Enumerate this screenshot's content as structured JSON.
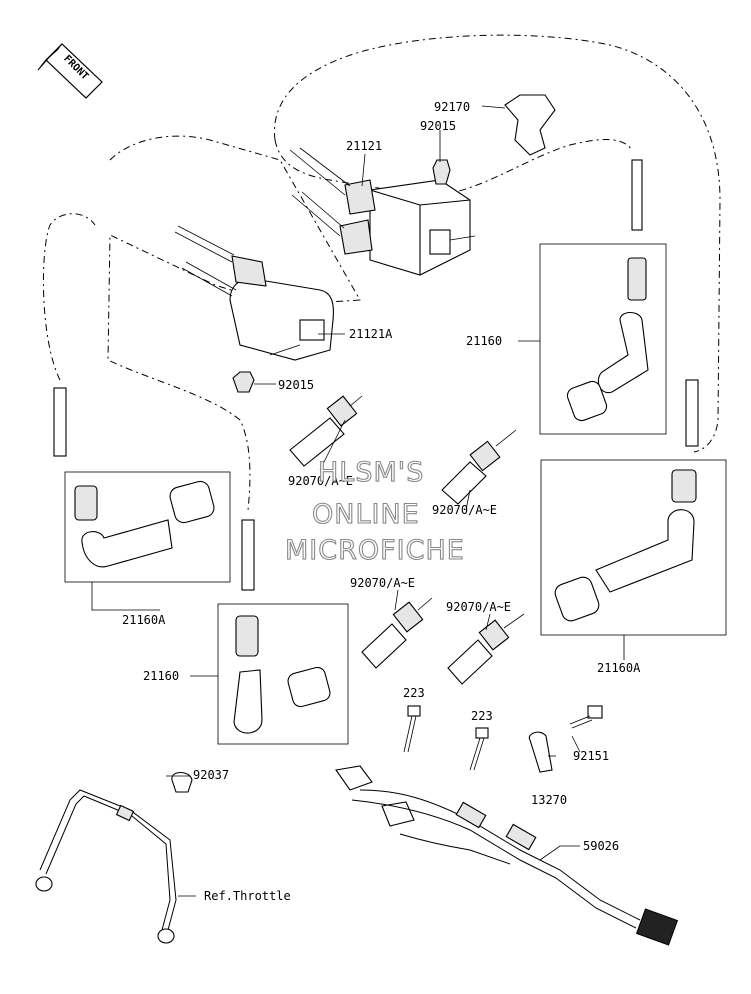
{
  "front_marker": "FRONT",
  "watermark": [
    "HLSM'S",
    "ONLINE",
    "MICROFICHE"
  ],
  "labels": {
    "p92170": "92170",
    "p92015_top": "92015",
    "p21121": "21121",
    "p21121A": "21121A",
    "p92015_mid": "92015",
    "p21160_right_top": "21160",
    "p92070_1": "92070/A~E",
    "p92070_2": "92070/A~E",
    "p92070_3": "92070/A~E",
    "p92070_4": "92070/A~E",
    "p21160A_left": "21160A",
    "p21160_left": "21160",
    "p21160A_right": "21160A",
    "p223_a": "223",
    "p223_b": "223",
    "p92151": "92151",
    "p13270": "13270",
    "p92037": "92037",
    "p59026": "59026",
    "ref_throttle": "Ref.Throttle"
  }
}
